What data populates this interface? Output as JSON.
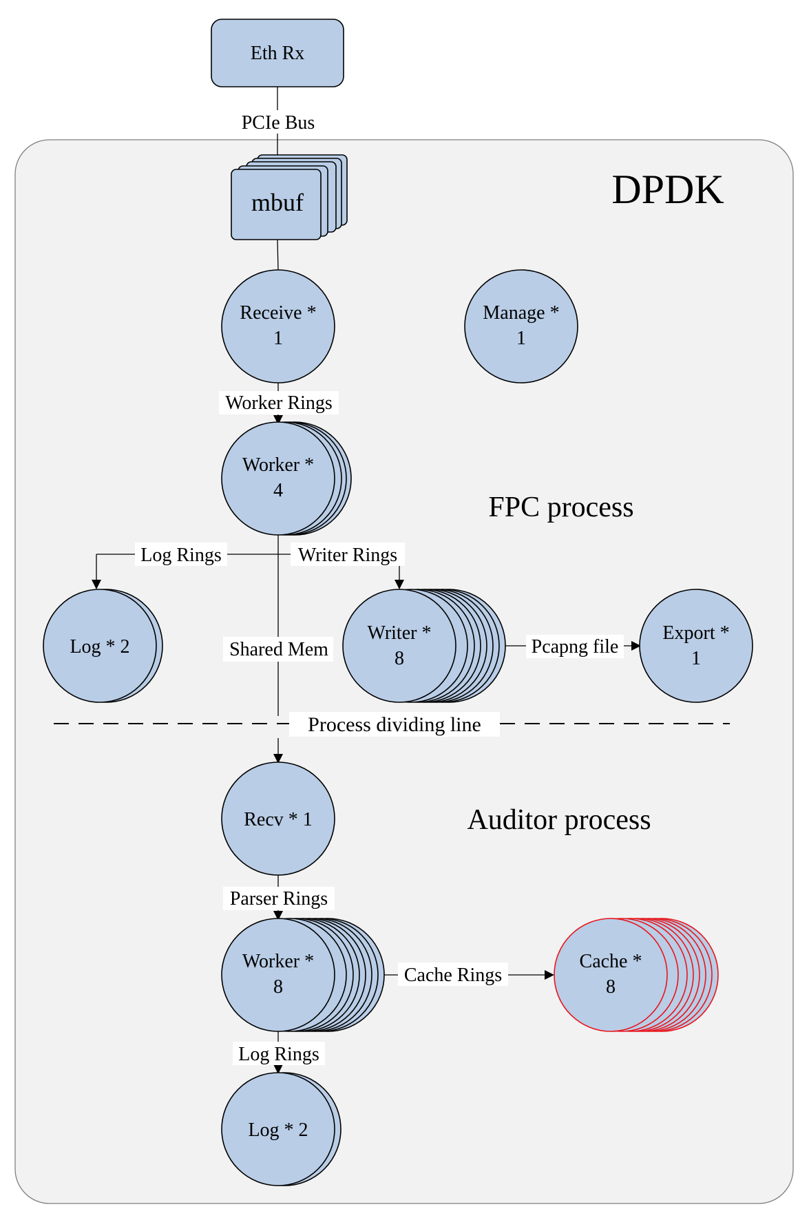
{
  "diagram": {
    "container_label": "DPDK",
    "regions": {
      "fpc": "FPC process",
      "auditor": "Auditor process",
      "divider": "Process dividing line"
    },
    "nodes": {
      "eth_rx": "Eth Rx",
      "mbuf": "mbuf",
      "receive": [
        "Receive *",
        "1"
      ],
      "manage": [
        "Manage *",
        "1"
      ],
      "worker_fpc": [
        "Worker *",
        "4"
      ],
      "log_fpc": "Log * 2",
      "writer": [
        "Writer *",
        "8"
      ],
      "export": [
        "Export *",
        "1"
      ],
      "recv": "Recv * 1",
      "worker_auditor": [
        "Worker *",
        "8"
      ],
      "cache": [
        "Cache *",
        "8"
      ],
      "log_auditor": "Log * 2"
    },
    "edges": {
      "pcie_bus": "PCIe Bus",
      "worker_rings": "Worker Rings",
      "log_rings_fpc": "Log Rings",
      "writer_rings": "Writer Rings",
      "shared_mem": "Shared Mem",
      "pcapng_file": "Pcapng file",
      "parser_rings": "Parser Rings",
      "cache_rings": "Cache Rings",
      "log_rings_auditor": "Log Rings"
    },
    "colors": {
      "node_fill": "#b9cde6",
      "container_fill": "#f2f2f2",
      "cache_border": "#e8151b"
    }
  }
}
